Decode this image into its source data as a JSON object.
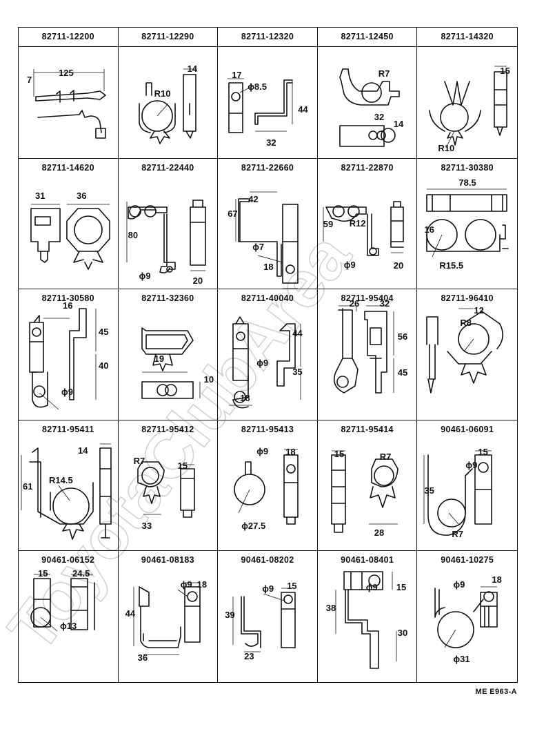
{
  "footer": {
    "reference": "ME E963-A"
  },
  "watermark": {
    "text": "ToyotaClubArea"
  },
  "clips": [
    {
      "part_number": "82711-12200",
      "drawing": "push-in-rivet-clip",
      "dims": [
        "125",
        "7"
      ]
    },
    {
      "part_number": "82711-12290",
      "drawing": "round-clamp-with-pin",
      "dims": [
        "R10",
        "14"
      ]
    },
    {
      "part_number": "82711-12320",
      "drawing": "bent-strap-bracket",
      "dims": [
        "17",
        "ϕ8.5",
        "44",
        "32"
      ]
    },
    {
      "part_number": "82711-12450",
      "drawing": "hook-clamp",
      "dims": [
        "R7",
        "32",
        "14"
      ]
    },
    {
      "part_number": "82711-14320",
      "drawing": "v-clamp-with-pin",
      "dims": [
        "15",
        "R10"
      ]
    },
    {
      "part_number": "82711-14620",
      "drawing": "twin-saddle-clip",
      "dims": [
        "31",
        "36"
      ]
    },
    {
      "part_number": "82711-22440",
      "drawing": "double-clamp-bracket",
      "dims": [
        "80",
        "ϕ9",
        "20"
      ]
    },
    {
      "part_number": "82711-22660",
      "drawing": "j-bracket-with-tab",
      "dims": [
        "67",
        "42",
        "ϕ7",
        "18"
      ]
    },
    {
      "part_number": "82711-22870",
      "drawing": "double-clamp-with-eye",
      "dims": [
        "59",
        "R12",
        "ϕ9",
        "20"
      ]
    },
    {
      "part_number": "82711-30380",
      "drawing": "twin-ring-clamp",
      "dims": [
        "78.5",
        "16",
        "R15.5"
      ]
    },
    {
      "part_number": "82711-30580",
      "drawing": "stepped-bracket",
      "dims": [
        "16",
        "45",
        "40",
        "ϕ9"
      ]
    },
    {
      "part_number": "82711-32360",
      "drawing": "loop-clip-with-pin",
      "dims": [
        "19",
        "10"
      ]
    },
    {
      "part_number": "82711-40040",
      "drawing": "stepped-bracket-b",
      "dims": [
        "44",
        "ϕ9",
        "35",
        "18"
      ]
    },
    {
      "part_number": "82711-95404",
      "drawing": "hook-bracket-with-eye",
      "dims": [
        "26",
        "32",
        "56",
        "45"
      ]
    },
    {
      "part_number": "82711-96410",
      "drawing": "clamp-with-tree-pin",
      "dims": [
        "12",
        "R8"
      ]
    },
    {
      "part_number": "82711-95411",
      "drawing": "large-clamp-with-pin",
      "dims": [
        "14",
        "61",
        "R14.5"
      ]
    },
    {
      "part_number": "82711-95412",
      "drawing": "small-loop-clip",
      "dims": [
        "R7",
        "15",
        "33"
      ]
    },
    {
      "part_number": "82711-95413",
      "drawing": "ring-clamp-with-tab",
      "dims": [
        "ϕ9",
        "18",
        "ϕ27.5"
      ]
    },
    {
      "part_number": "82711-95414",
      "drawing": "loop-clip-with-pin-b",
      "dims": [
        "15",
        "R7",
        "28"
      ]
    },
    {
      "part_number": "90461-06091",
      "drawing": "j-clamp-with-tab",
      "dims": [
        "15",
        "ϕ9",
        "35",
        "R7"
      ]
    },
    {
      "part_number": "90461-06152",
      "drawing": "ring-tab-clip",
      "dims": [
        "15",
        "24.5",
        "ϕ13"
      ]
    },
    {
      "part_number": "90461-08183",
      "drawing": "u-hook-bracket",
      "dims": [
        "ϕ9",
        "18",
        "44",
        "36"
      ]
    },
    {
      "part_number": "90461-08202",
      "drawing": "u-hook-bracket-small",
      "dims": [
        "ϕ9",
        "15",
        "39",
        "23"
      ]
    },
    {
      "part_number": "90461-08401",
      "drawing": "z-bracket",
      "dims": [
        "38",
        "ϕ9",
        "15",
        "30"
      ]
    },
    {
      "part_number": "90461-10275",
      "drawing": "large-ring-clamp",
      "dims": [
        "ϕ9",
        "18",
        "ϕ31"
      ]
    }
  ]
}
